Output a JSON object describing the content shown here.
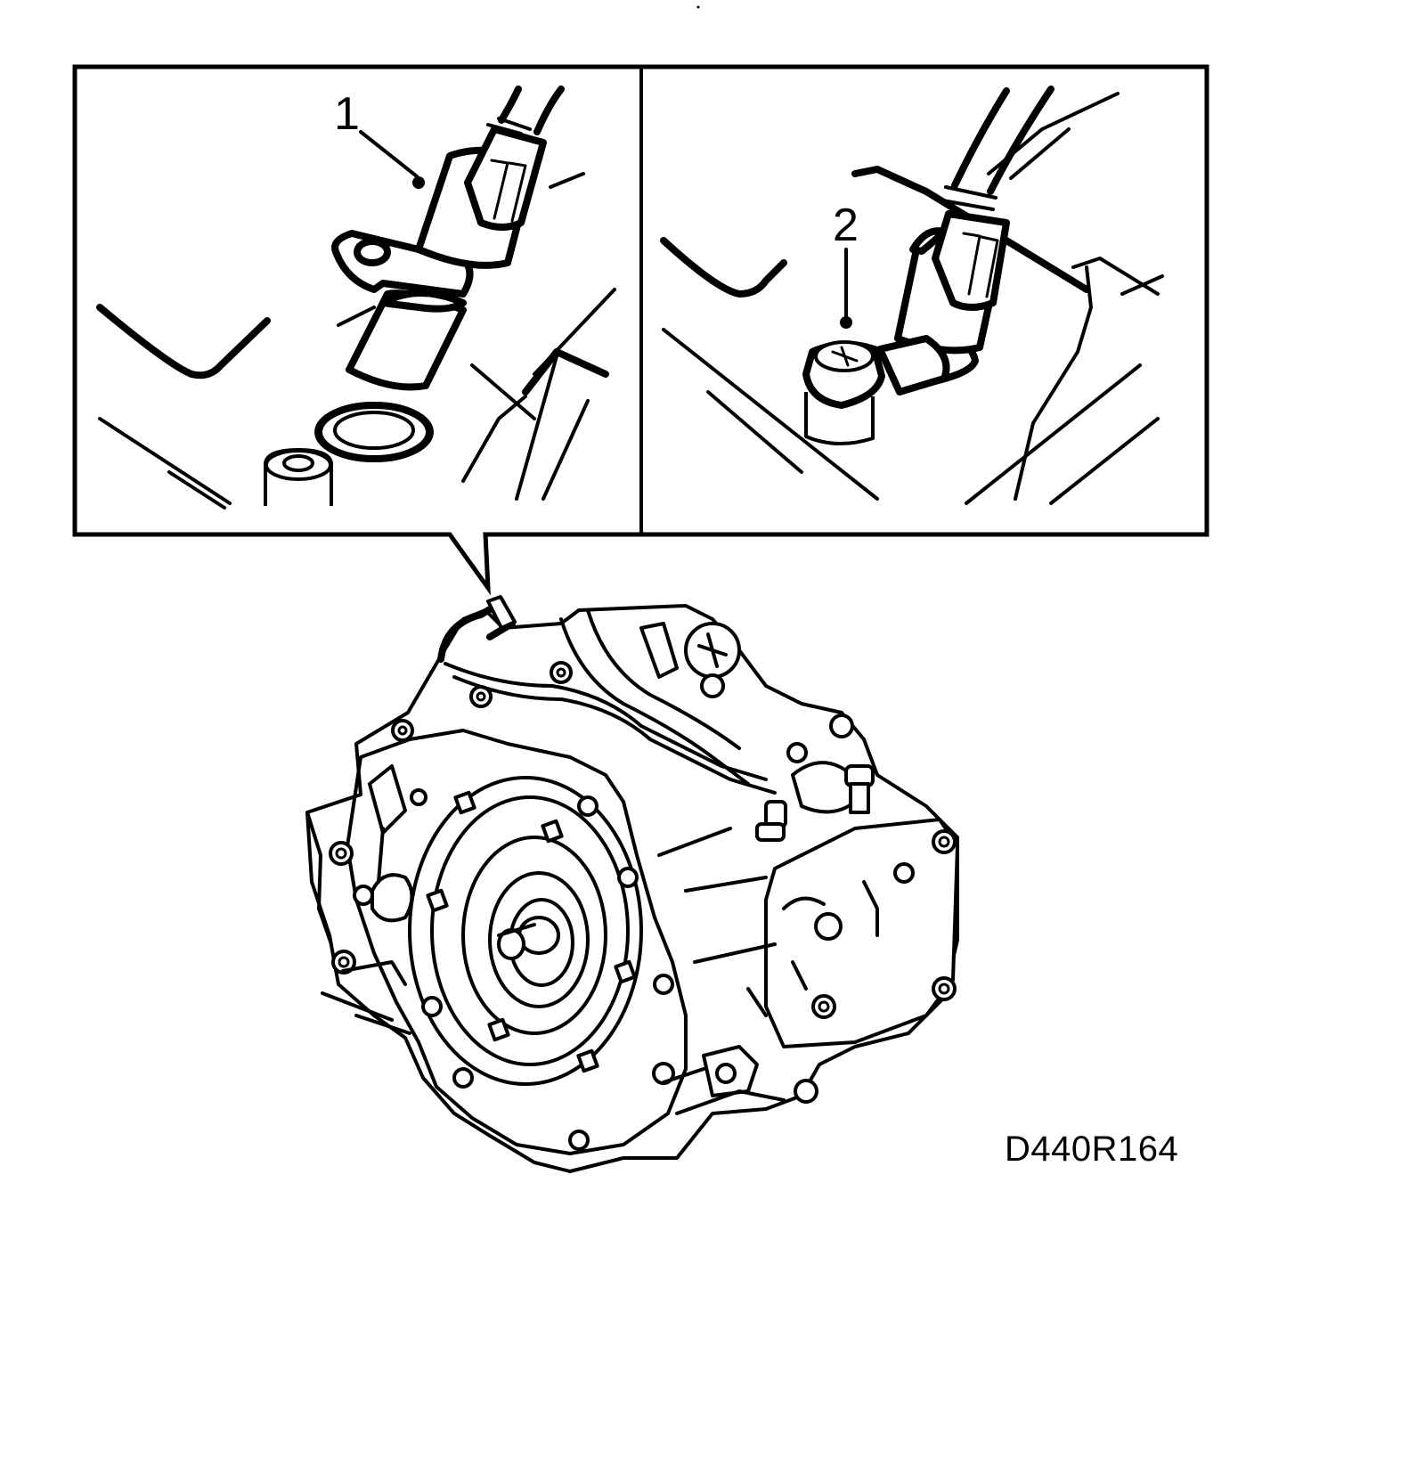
{
  "figure": {
    "code": "D440R164",
    "callouts": [
      {
        "number": "1"
      },
      {
        "number": "2"
      }
    ]
  }
}
